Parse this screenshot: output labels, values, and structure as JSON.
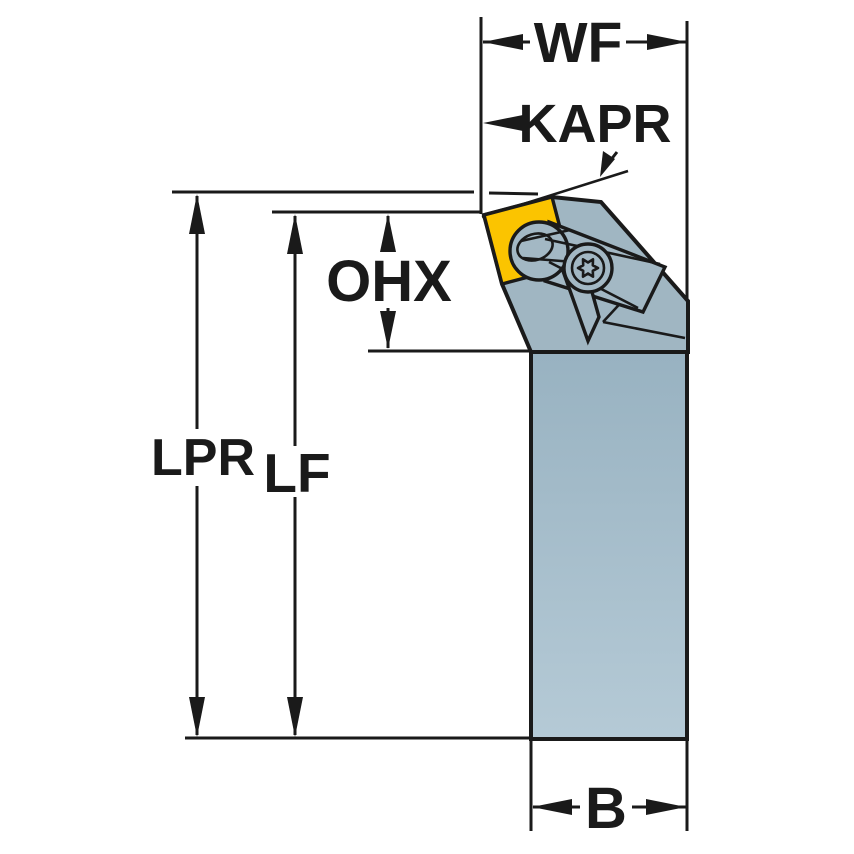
{
  "diagram": {
    "dimension_labels": {
      "wf": "WF",
      "kapr": "KAPR",
      "ohx": "OHX",
      "lpr": "LPR",
      "lf": "LF",
      "b": "B"
    },
    "colors": {
      "background": "#ffffff",
      "line": "#1a1a1a",
      "head": "#a0b6c2",
      "clamp": "#a3b8c4",
      "shank_top": "#98b2c1",
      "shank_bottom": "#b5cad6",
      "insert": "#fbc400"
    }
  }
}
